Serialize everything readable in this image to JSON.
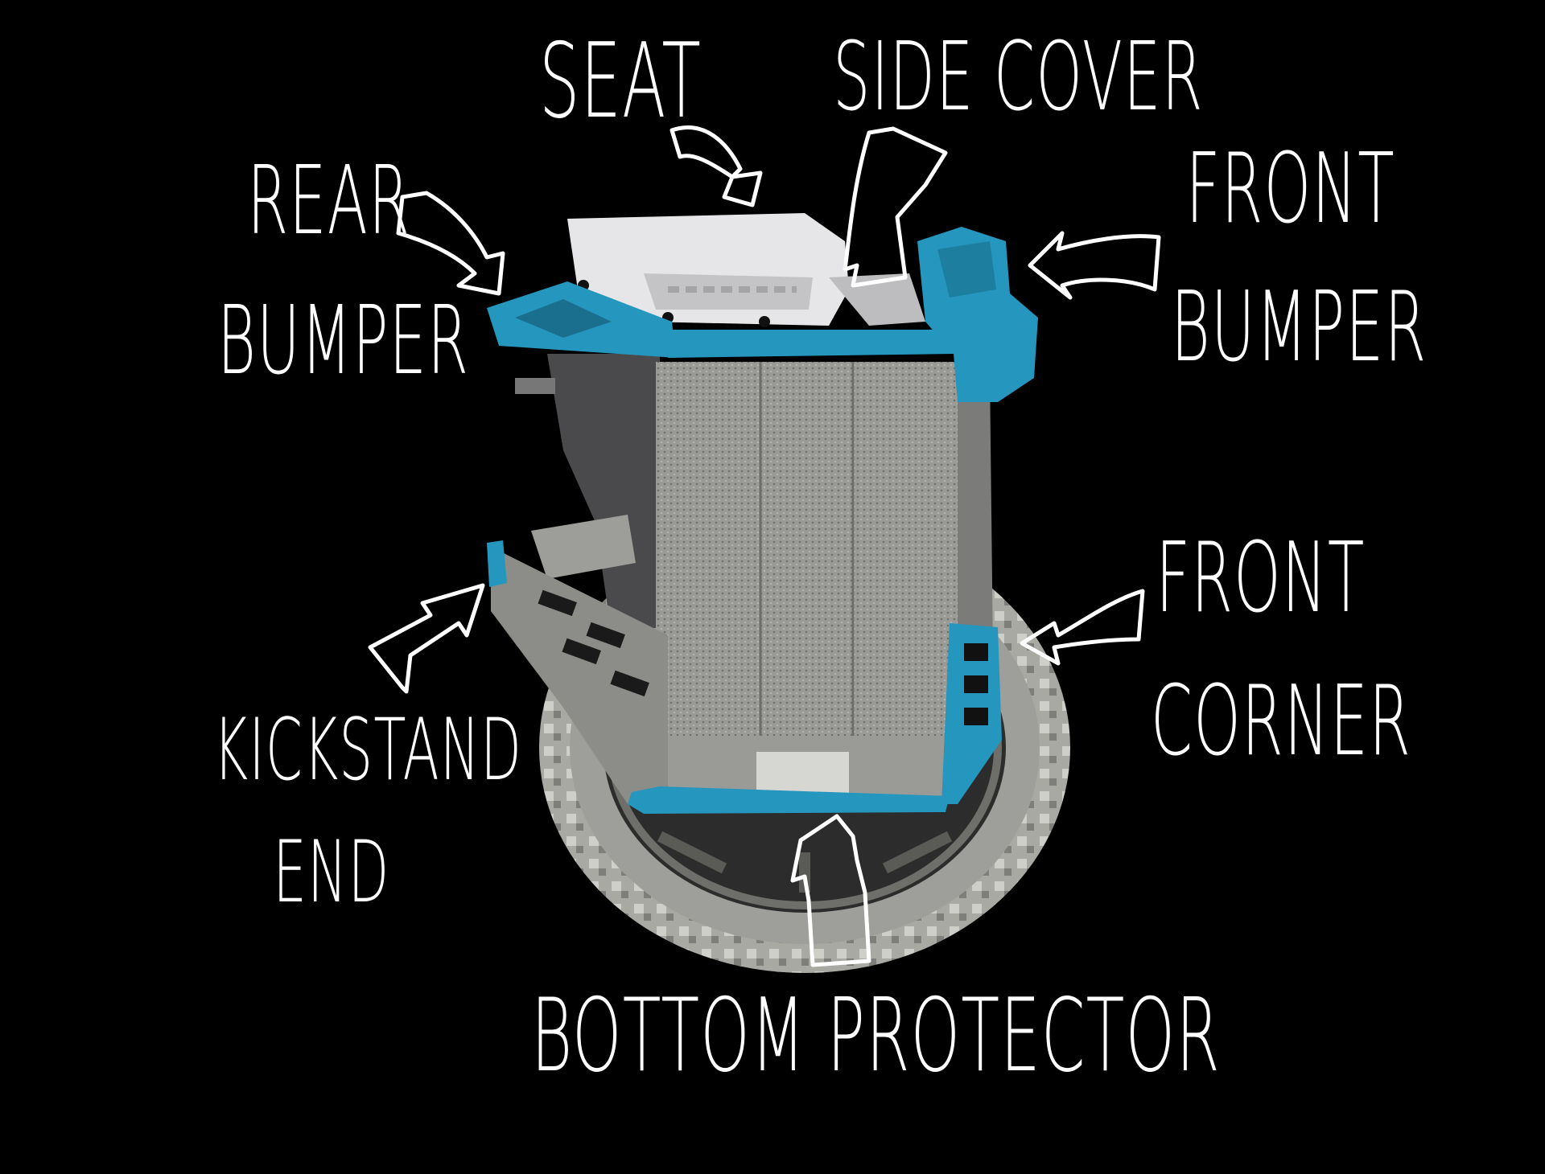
{
  "title": "Unicycle protection parts diagram",
  "colors": {
    "background": "#000000",
    "accent": "#2596be",
    "body": "#8f8f8c",
    "tire": "#b5b5b0",
    "label": "#ffffff"
  },
  "labels": {
    "seat": "Seat",
    "side_cover": "Side cover",
    "rear_bumper": {
      "line1": "Rear",
      "line2": "bumper"
    },
    "front_bumper": {
      "line1": "Front",
      "line2": "bumper"
    },
    "kickstand_end": {
      "line1": "KickStand",
      "line2": "end"
    },
    "front_corner": {
      "line1": "Front",
      "line2": "Corner"
    },
    "bottom_protector": "Bottom protector"
  },
  "icons": [
    "arrow-icon"
  ]
}
